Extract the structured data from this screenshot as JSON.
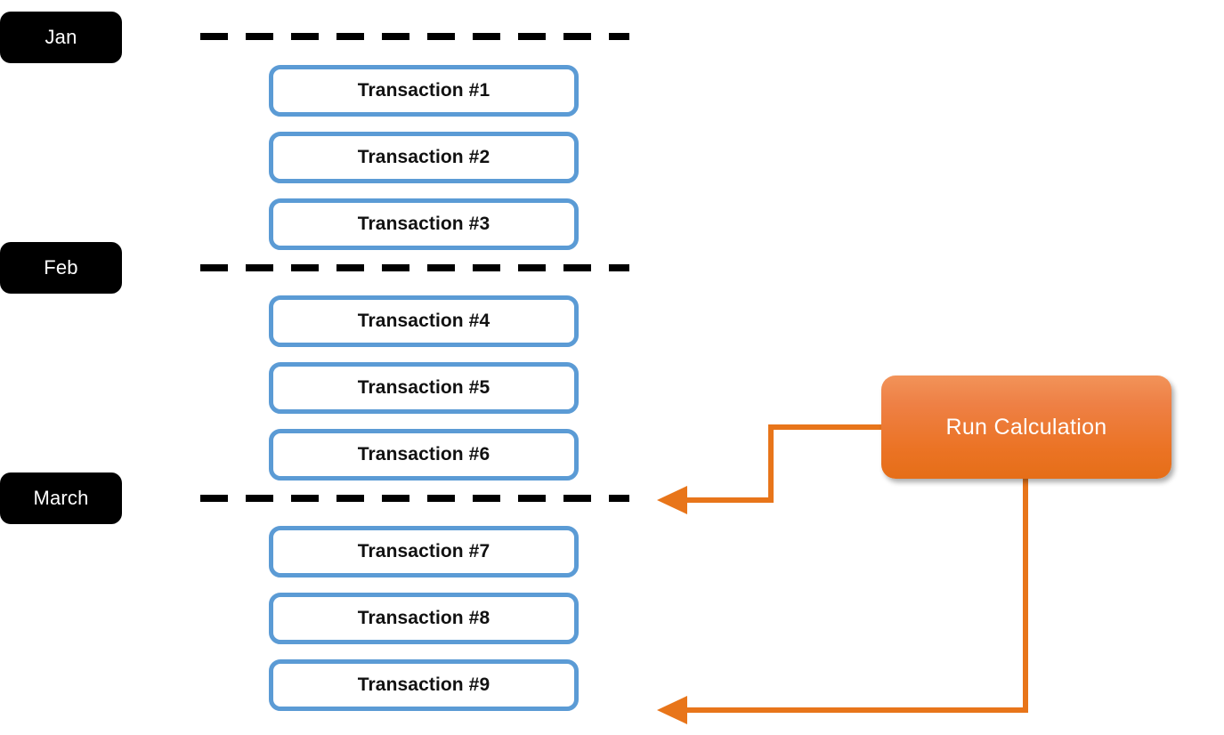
{
  "diagram": {
    "title": "Transaction timeline with run calculation trigger",
    "background_color": "#FFFFFF",
    "accent_blue": "#5B9BD5",
    "accent_orange": "#E8751A",
    "marker_black": "#000000"
  },
  "months": [
    {
      "label": "Jan",
      "name": "january"
    },
    {
      "label": "Feb",
      "name": "february"
    },
    {
      "label": "March",
      "name": "march"
    }
  ],
  "transactions": [
    {
      "label": "Transaction #1",
      "month": "Jan"
    },
    {
      "label": "Transaction #2",
      "month": "Jan"
    },
    {
      "label": "Transaction #3",
      "month": "Jan"
    },
    {
      "label": "Transaction #4",
      "month": "Feb"
    },
    {
      "label": "Transaction #5",
      "month": "Feb"
    },
    {
      "label": "Transaction #6",
      "month": "Feb"
    },
    {
      "label": "Transaction #7",
      "month": "March"
    },
    {
      "label": "Transaction #8",
      "month": "March"
    },
    {
      "label": "Transaction #9",
      "month": "March"
    }
  ],
  "action": {
    "label": "Run Calculation",
    "text_color": "#FFFFFF",
    "fill_top": "#F29359",
    "fill_bottom": "#E56E18"
  },
  "connectors": [
    {
      "name": "calc-to-march-boundary",
      "from": "Run Calculation",
      "to": "March month divider",
      "arrow": "left"
    },
    {
      "name": "calc-to-end-of-timeline",
      "from": "Run Calculation",
      "to": "Below Transaction #9",
      "arrow": "left"
    }
  ]
}
